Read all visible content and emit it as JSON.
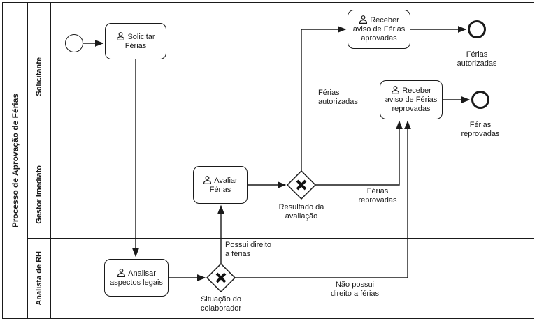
{
  "pool": {
    "title": "Processo de Aprovação de Férias",
    "lanes": [
      {
        "label": "Solicitante"
      },
      {
        "label": "Gestor Imediato"
      },
      {
        "label": "Analista de RH"
      }
    ]
  },
  "tasks": {
    "solicitar": {
      "label": "Solicitar Férias"
    },
    "receber_aprovadas": {
      "label": "Receber aviso de Férias aprovadas"
    },
    "receber_reprovadas": {
      "label": "Receber aviso de Férias reprovadas"
    },
    "avaliar": {
      "label": "Avaliar Férias"
    },
    "analisar": {
      "label": "Analisar aspectos legais"
    }
  },
  "gateways": {
    "resultado": {
      "label": "Resultado da avaliação"
    },
    "situacao": {
      "label": "Situação do colaborador"
    }
  },
  "events": {
    "end_autorizadas": {
      "label": "Férias\nautorizadas"
    },
    "end_reprovadas": {
      "label": "Férias\nreprovadas"
    }
  },
  "flow_labels": {
    "ferias_autorizadas": "Férias\nautorizadas",
    "ferias_reprovadas": "Férias\nreprovadas",
    "possui_direito": "Possui direito\na férias",
    "nao_possui": "Não possui\ndireito a férias"
  },
  "icons": {
    "user_task": "person-silhouette",
    "exclusive_gateway": "x-mark"
  },
  "colors": {
    "line": "#1a1a1a",
    "background": "#ffffff"
  }
}
